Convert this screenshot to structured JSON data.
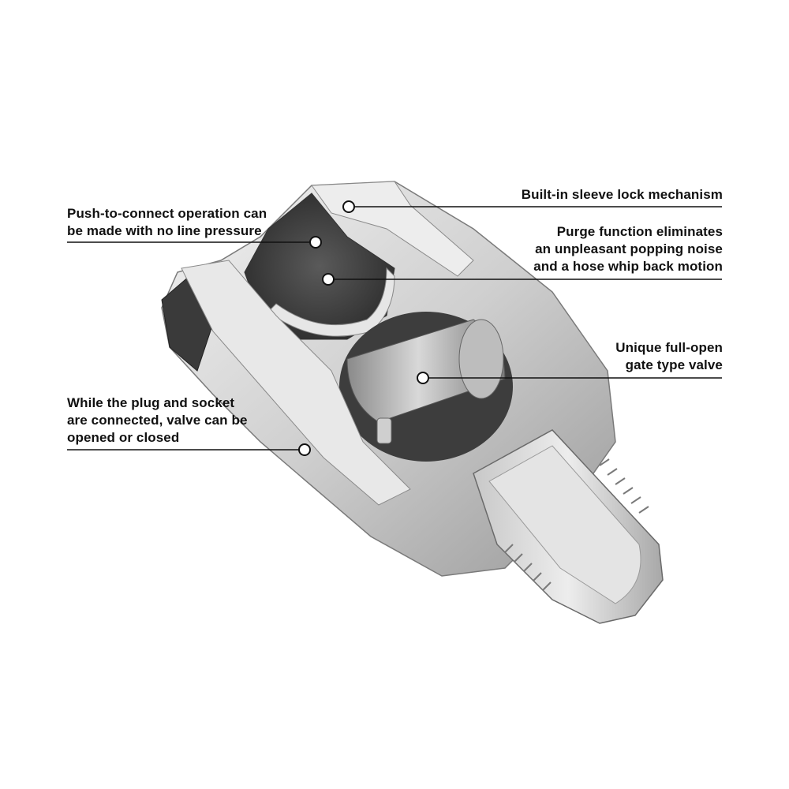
{
  "callouts": {
    "sleeve_lock": {
      "lines": [
        "Built-in sleeve lock mechanism"
      ]
    },
    "purge": {
      "lines": [
        "Purge function eliminates",
        "an unpleasant popping noise",
        "and a hose whip back motion"
      ]
    },
    "gate_valve": {
      "lines": [
        "Unique full-open",
        "gate type valve"
      ]
    },
    "push_connect": {
      "lines": [
        "Push-to-connect operation can",
        "be made with no line pressure"
      ]
    },
    "plug_socket": {
      "lines": [
        "While the plug and socket",
        "are connected, valve can be",
        "opened or closed"
      ]
    }
  },
  "colors": {
    "text": "#111111",
    "leader": "#111111",
    "metal_light": "#d9d9d9",
    "metal_mid": "#b5b5b5",
    "metal_dark": "#555555",
    "cavity": "#3a3a3a"
  }
}
